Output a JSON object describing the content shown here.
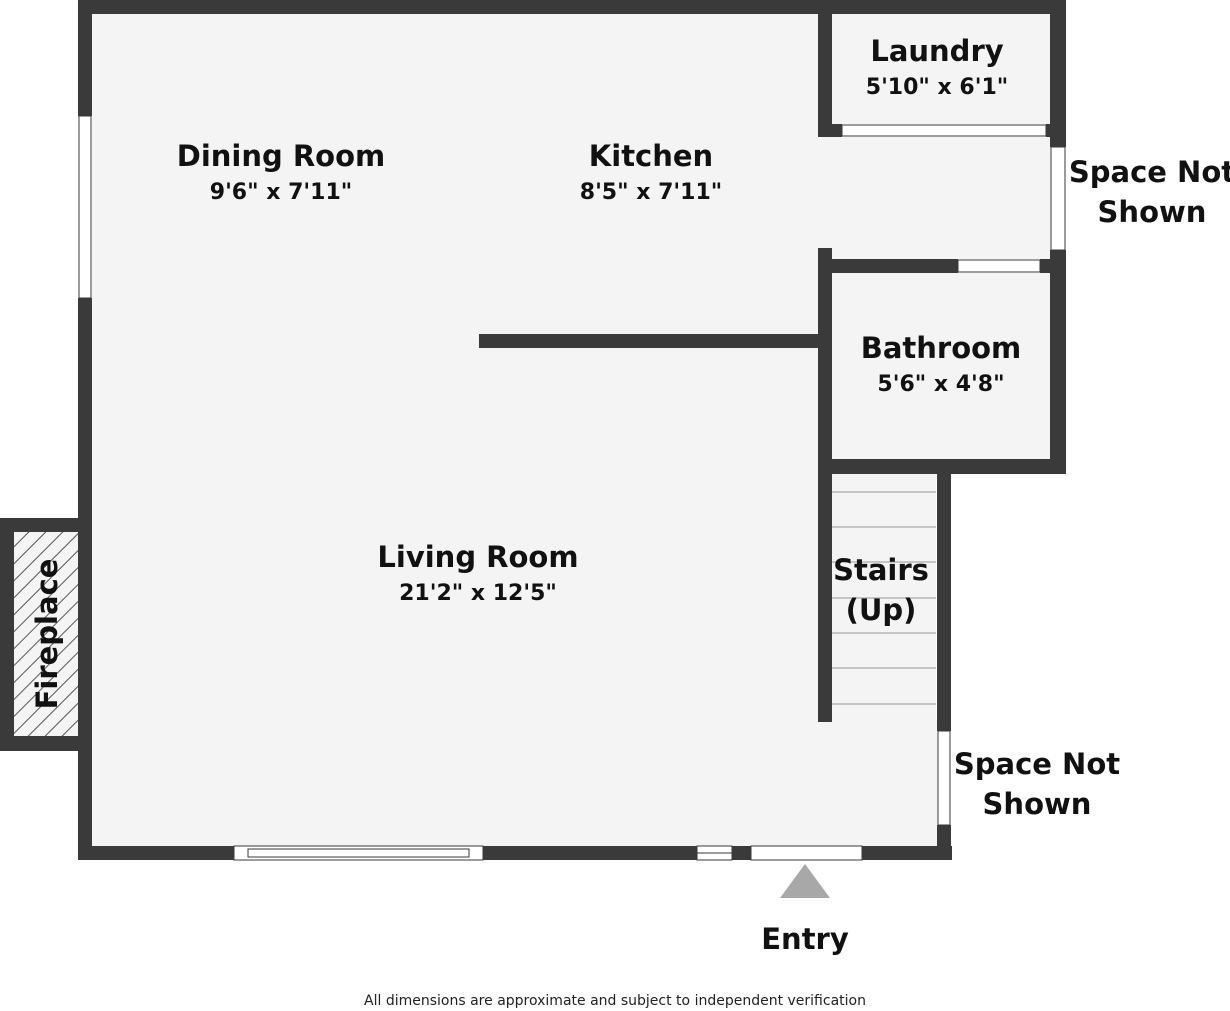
{
  "colors": {
    "wall": "#3a3a3a",
    "floor": "#f4f4f4",
    "window": "#ffffff",
    "hatch": "#555555",
    "entry_arrow": "#a8a8a8",
    "text": "#111111"
  },
  "rooms": {
    "dining": {
      "name": "Dining Room",
      "dims": "9'6\" x 7'11\""
    },
    "kitchen": {
      "name": "Kitchen",
      "dims": "8'5\" x 7'11\""
    },
    "laundry": {
      "name": "Laundry",
      "dims": "5'10\" x 6'1\""
    },
    "bathroom": {
      "name": "Bathroom",
      "dims": "5'6\" x 4'8\""
    },
    "living": {
      "name": "Living Room",
      "dims": "21'2\" x 12'5\""
    },
    "stairs": {
      "line1": "Stairs",
      "line2": "(Up)"
    },
    "fireplace": {
      "name": "Fireplace"
    }
  },
  "labels": {
    "space_not_shown_1": {
      "line1": "Space Not",
      "line2": "Shown"
    },
    "space_not_shown_2": {
      "line1": "Space Not",
      "line2": "Shown"
    },
    "entry": "Entry"
  },
  "icons": {
    "entry": "entry-arrow-icon"
  },
  "disclaimer": "All dimensions are approximate and subject to independent verification"
}
